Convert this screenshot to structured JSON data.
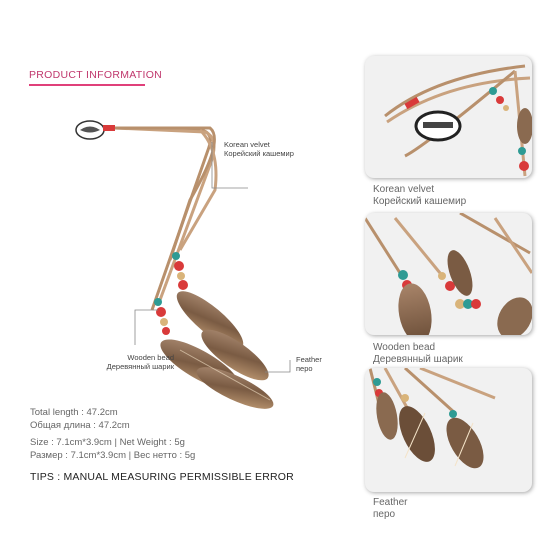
{
  "heading": "PRODUCT INFORMATION",
  "callouts": {
    "velvet": {
      "en": "Korean velvet",
      "ru": "Корейский кашемир"
    },
    "bead": {
      "en": "Wooden bead",
      "ru": "Деревянный шарик"
    },
    "feather": {
      "en": "Feather",
      "ru": "перо"
    }
  },
  "specs": {
    "length_en": "Total length : 47.2cm",
    "length_ru": "Общая длина : 47.2cm",
    "size_en": "Size : 7.1cm*3.9cm | Net Weight : 5g",
    "size_ru": "Размер : 7.1cm*3.9cm | Вес нетто : 5g"
  },
  "tips": "TIPS : MANUAL MEASURING PERMISSIBLE ERROR",
  "cards": [
    {
      "en": "Korean velvet",
      "ru": "Корейский кашемир"
    },
    {
      "en": "Wooden bead",
      "ru": "Деревянный шарик"
    },
    {
      "en": "Feather",
      "ru": "перо"
    }
  ],
  "colors": {
    "accent": "#e0407a",
    "cord": "#b8906c",
    "bead_red": "#d93a3a",
    "bead_teal": "#2e9b94",
    "bead_wood": "#d9b47a",
    "feather": "#8a6a50"
  }
}
